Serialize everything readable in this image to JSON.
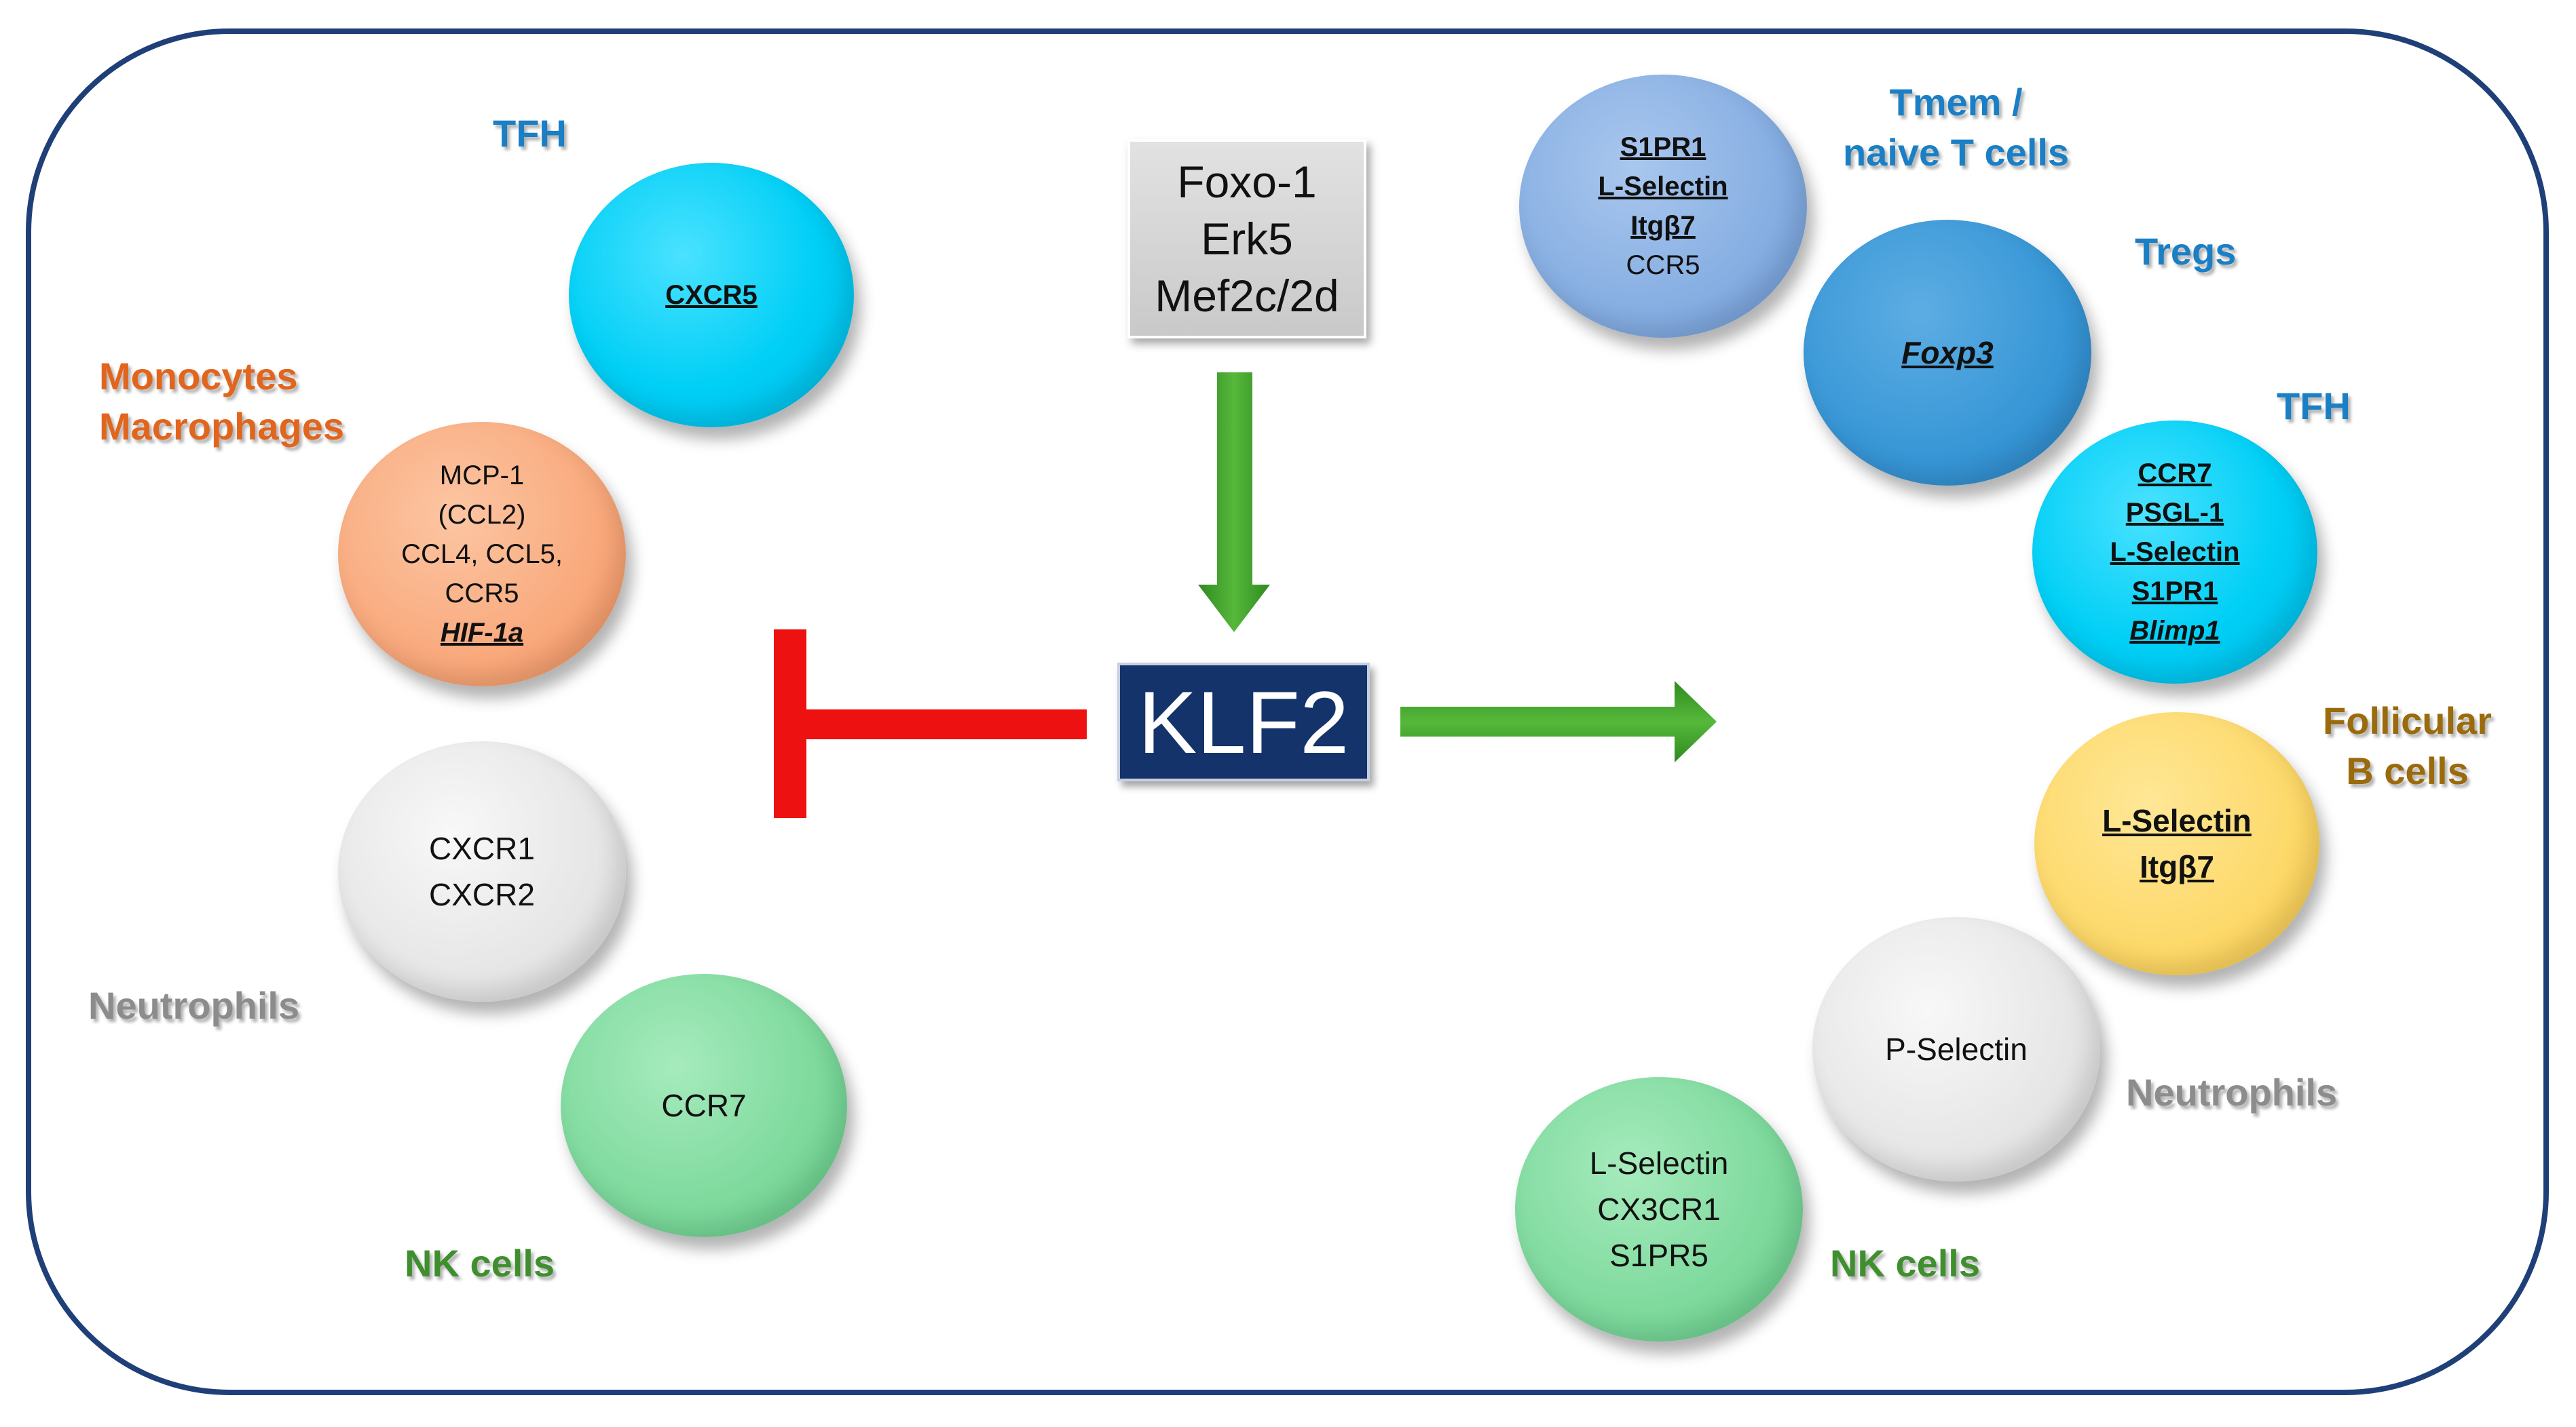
{
  "center": {
    "regulators": [
      "Foxo-1",
      "Erk5",
      "Mef2c/2d"
    ],
    "hub": "KLF2"
  },
  "left_cells": {
    "tfh": {
      "label": "TFH",
      "markers": [
        "CXCR5"
      ]
    },
    "monocytes": {
      "label": [
        "Monocytes",
        "Macrophages"
      ],
      "markers": [
        "MCP-1",
        "(CCL2)",
        "CCL4, CCL5,",
        "CCR5",
        "HIF-1a"
      ]
    },
    "neutrophils": {
      "label": "Neutrophils",
      "markers": [
        "CXCR1",
        "CXCR2"
      ]
    },
    "nk": {
      "label": "NK  cells",
      "markers": [
        "CCR7"
      ]
    }
  },
  "right_cells": {
    "tmem": {
      "label": [
        "Tmem /",
        "naive T cells"
      ],
      "markers": [
        "S1PR1",
        "L-Selectin",
        "Itgβ7",
        "CCR5"
      ]
    },
    "tregs": {
      "label": "Tregs",
      "markers": [
        "Foxp3"
      ]
    },
    "tfh": {
      "label": "TFH",
      "markers": [
        "CCR7",
        "PSGL-1",
        "L-Selectin",
        "S1PR1",
        "Blimp1"
      ]
    },
    "follicular": {
      "label": [
        "Follicular",
        "B cells"
      ],
      "markers": [
        "L-Selectin",
        "Itgβ7"
      ]
    },
    "neutrophils": {
      "label": "Neutrophils",
      "markers": [
        "P-Selectin"
      ]
    },
    "nk": {
      "label": "NK  cells",
      "markers": [
        "L-Selectin",
        "CX3CR1",
        "S1PR5"
      ]
    }
  },
  "colors": {
    "frame": "#1f3f78",
    "hub_fill": "#14336b",
    "activation_arrow": "#3a9a2a",
    "inhibition": "#ee1111",
    "tfh_cell": "#00d2fa",
    "monocyte_cell": "#f9a97c",
    "neutrophil_cell": "#e6e6e6",
    "nk_cell": "#7dd99c",
    "tmem_cell": "#86aee2",
    "treg_cell": "#3796d6",
    "bcell_cell": "#fdd96a"
  }
}
